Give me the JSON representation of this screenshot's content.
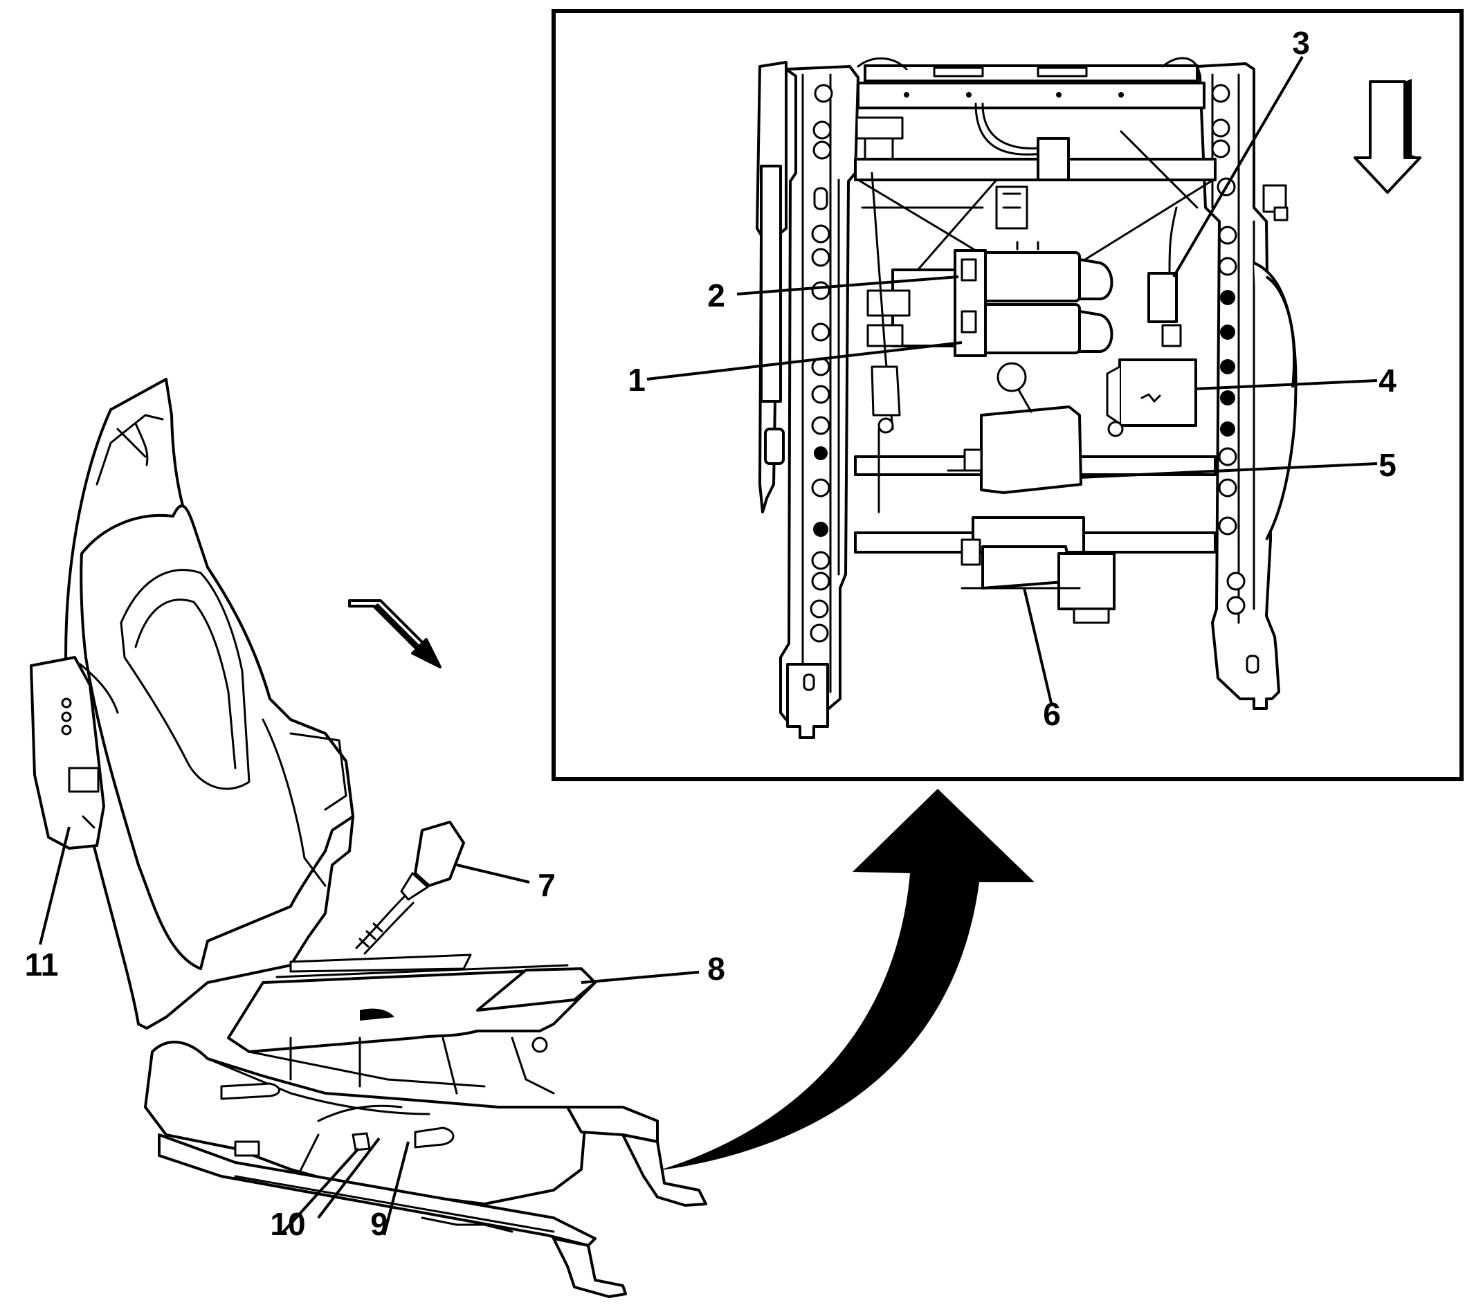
{
  "callouts": {
    "c1": "1",
    "c2": "2",
    "c3": "3",
    "c4": "4",
    "c5": "5",
    "c6": "6",
    "c7": "7",
    "c8": "8",
    "c9": "9",
    "c10": "10",
    "c11": "11"
  },
  "colors": {
    "line": "#000000",
    "background": "#ffffff"
  },
  "icons": {
    "view_direction_inset": "down-arrow-icon",
    "view_direction_seat": "diagonal-arrow-icon",
    "detail_link": "curved-arrow-icon"
  }
}
